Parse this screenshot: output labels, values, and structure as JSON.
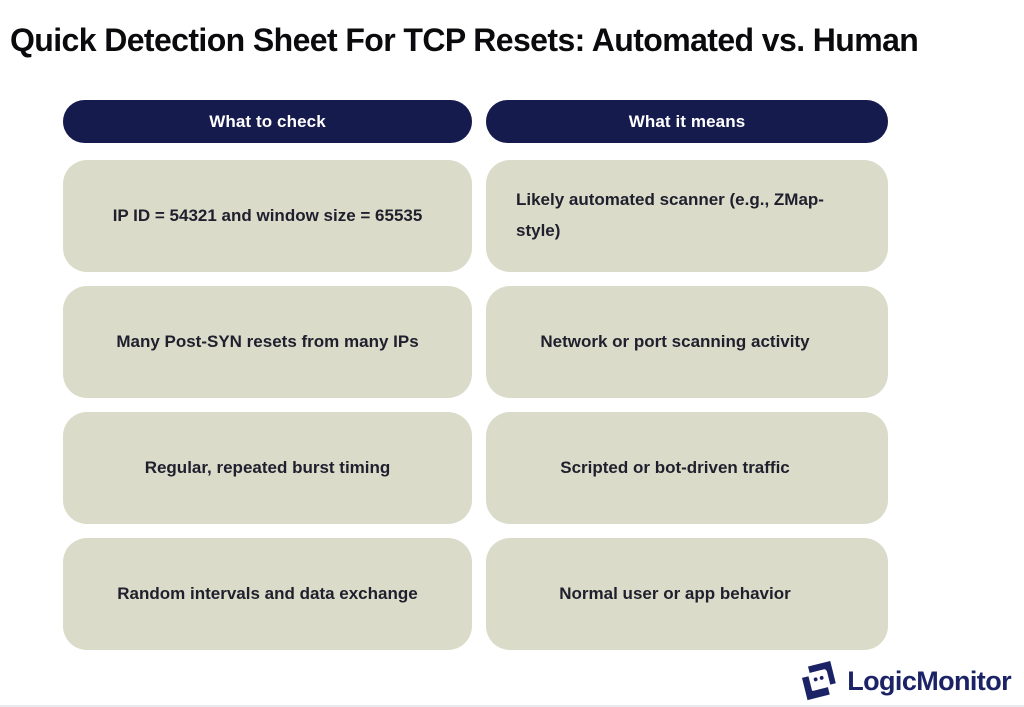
{
  "title": "Quick Detection Sheet For TCP Resets: Automated vs. Human",
  "table": {
    "headers": [
      {
        "label": "What to check"
      },
      {
        "label": "What it means"
      }
    ],
    "rows": [
      {
        "check": "IP ID = 54321 and window size = 65535",
        "meaning": "Likely automated scanner (e.g., ZMap-style)"
      },
      {
        "check": "Many Post-SYN resets from many IPs",
        "meaning": "Network or port scanning activity"
      },
      {
        "check": "Regular, repeated burst timing",
        "meaning": "Scripted or bot-driven traffic"
      },
      {
        "check": "Random intervals and data exchange",
        "meaning": "Normal user or app behavior"
      }
    ]
  },
  "footer": {
    "brand": "LogicMonitor",
    "logo_icon": "logicmonitor-chat-mark"
  },
  "colors": {
    "page_bg": "#ffffff",
    "title_text": "#0b0b0e",
    "header_bg": "#161b4e",
    "header_text": "#ffffff",
    "cell_bg": "#dadbc9",
    "cell_text": "#1f1f2d",
    "brand_navy": "#1b2366"
  }
}
